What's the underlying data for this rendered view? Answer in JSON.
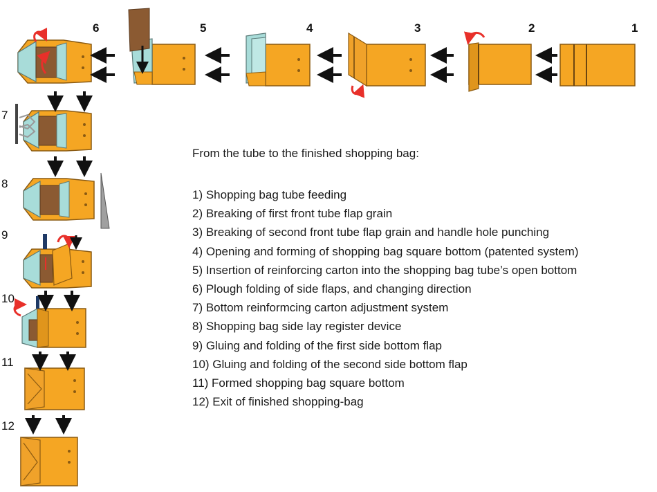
{
  "top_numbers": [
    "6",
    "5",
    "4",
    "3",
    "2",
    "1"
  ],
  "side_numbers": [
    "7",
    "8",
    "9",
    "10",
    "11",
    "12"
  ],
  "description": {
    "title": "From the tube to the finished shopping bag:",
    "steps": [
      "1) Shopping bag tube feeding",
      "2) Breaking of first front tube flap grain",
      "3) Breaking of second front tube flap grain and handle hole punching",
      "4) Opening and forming of shopping bag square bottom (patented system)",
      "5) Insertion of reinforcing carton into the shopping bag tube’s open bottom",
      "6) Plough folding of side flaps, and changing direction",
      "7) Bottom reinformcing carton adjustment system",
      "8) Shopping bag side lay register device",
      "9) Gluing and folding of the first side bottom flap",
      "10) Gluing and folding of the second side bottom flap",
      "11) Formed shopping bag square bottom",
      "12) Exit of finished shopping-bag"
    ]
  },
  "colors": {
    "bag": "#F5A623",
    "bag_edge": "#8a5a12",
    "insert": "#A8DCD9",
    "carton": "#8B5A32",
    "arrow": "#111111",
    "rotation": "#E8302A",
    "wedge": "#A0A0A0"
  }
}
